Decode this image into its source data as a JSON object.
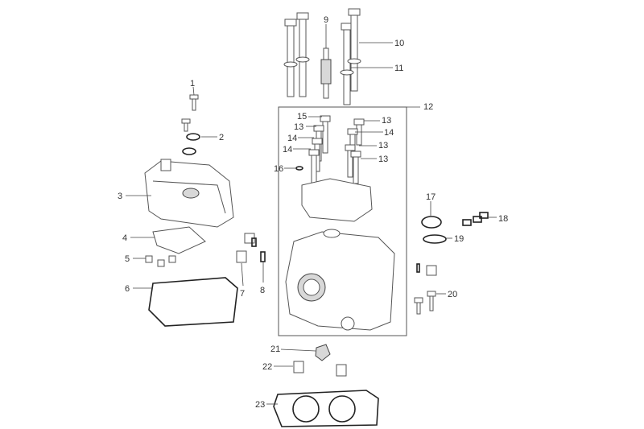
{
  "diagram": {
    "title": "Cylinder head exploded view",
    "group_box_label": "12",
    "callouts": {
      "c1": "1",
      "c2": "2",
      "c3": "3",
      "c4": "4",
      "c5": "5",
      "c6": "6",
      "c7": "7",
      "c8": "8",
      "c9": "9",
      "c10": "10",
      "c11": "11",
      "c13a": "13",
      "c13b": "13",
      "c13c": "13",
      "c13d": "13",
      "c14a": "14",
      "c14b": "14",
      "c14c": "14",
      "c15": "15",
      "c16": "16",
      "c17": "17",
      "c18": "18",
      "c19": "19",
      "c20": "20",
      "c21": "21",
      "c22": "22",
      "c23": "23"
    }
  }
}
